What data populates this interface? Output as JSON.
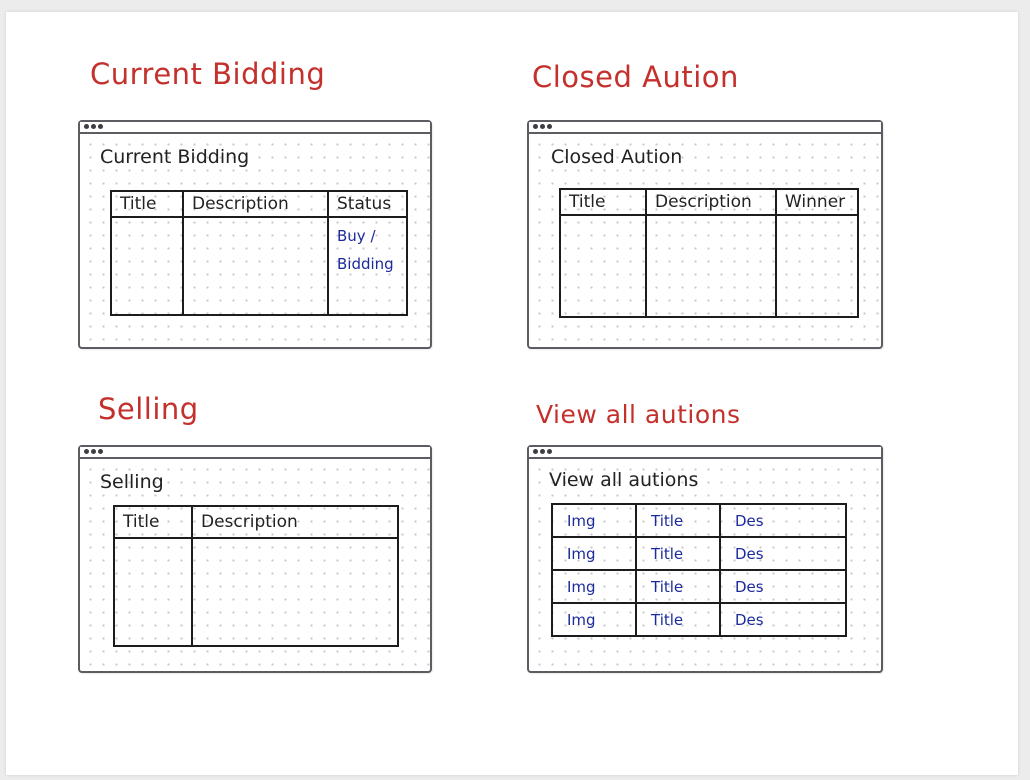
{
  "sections": [
    {
      "title": "Current Bidding",
      "frame_heading": "Current Bidding",
      "columns": [
        "Title",
        "Description",
        "Status"
      ],
      "status_note": [
        "Buy /",
        "Bidding"
      ]
    },
    {
      "title": "Closed Aution",
      "frame_heading": "Closed Aution",
      "columns": [
        "Title",
        "Description",
        "Winner"
      ]
    },
    {
      "title": "Selling",
      "frame_heading": "Selling",
      "columns": [
        "Title",
        "Description"
      ]
    },
    {
      "title": "View all autions",
      "frame_heading": "View all autions",
      "rows": [
        [
          "Img",
          "Title",
          "Des"
        ],
        [
          "Img",
          "Title",
          "Des"
        ],
        [
          "Img",
          "Title",
          "Des"
        ],
        [
          "Img",
          "Title",
          "Des"
        ]
      ]
    }
  ],
  "colors": {
    "section_title": "#c4302b",
    "annotation": "#1c2b9c",
    "frame_border": "#5c5c62"
  }
}
